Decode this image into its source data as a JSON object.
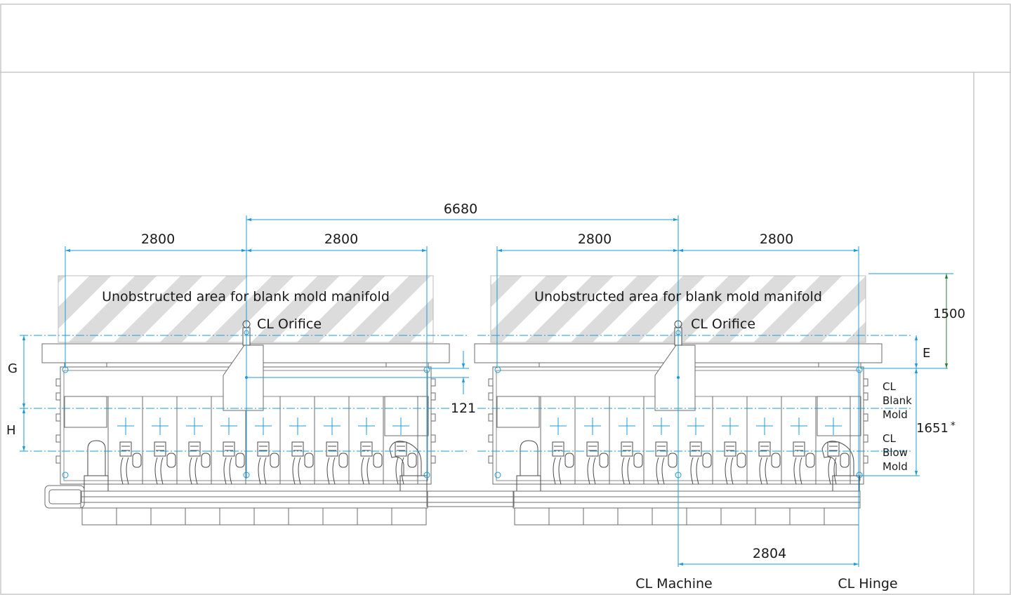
{
  "labels": {
    "unobstructed_left": "Unobstructed area for blank mold manifold",
    "unobstructed_right": "Unobstructed area for blank mold manifold",
    "cl_orifice_left": "CL Orifice",
    "cl_orifice_right": "CL Orifice",
    "g": "G",
    "h": "H",
    "e": "E",
    "cl_blank_mold": [
      "CL",
      "Blank",
      "Mold"
    ],
    "cl_blow_mold": [
      "CL",
      "Blow",
      "Mold"
    ],
    "cl_machine": "CL Machine",
    "cl_hinge": "CL Hinge"
  },
  "dimensions": {
    "overall": "6680",
    "left_a": "2800",
    "left_b": "2800",
    "right_a": "2800",
    "right_b": "2800",
    "height_1500": "1500",
    "offset_121": "121",
    "height_1651": "1651",
    "star": "*",
    "hinge_2804": "2804"
  },
  "colors": {
    "dimension": "#1e9bd7",
    "outline": "#6b6b6b",
    "hatch": "#dcdcdc",
    "frame": "#c8c8c8"
  }
}
